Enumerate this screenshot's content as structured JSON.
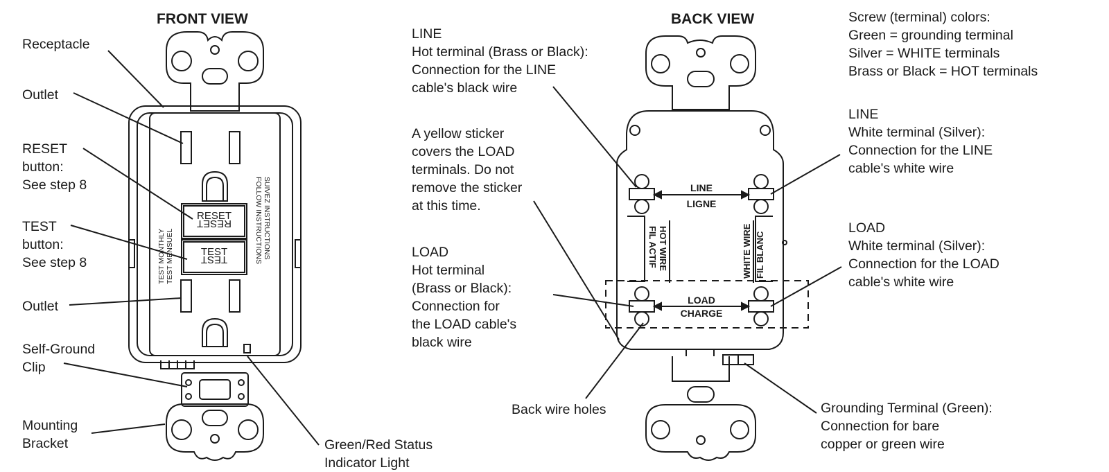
{
  "views": {
    "front_title": "FRONT VIEW",
    "back_title": "BACK VIEW"
  },
  "front": {
    "receptacle": "Receptacle",
    "outlet_top": "Outlet",
    "reset_label": [
      "RESET",
      "button:",
      "See step 8"
    ],
    "test_label": [
      "TEST",
      "button:",
      "See step 8"
    ],
    "outlet_bottom": "Outlet",
    "self_ground_clip": [
      "Self-Ground",
      "Clip"
    ],
    "mounting_bracket": [
      "Mounting",
      "Bracket"
    ],
    "status_light": [
      "Green/Red Status",
      "Indicator Light"
    ],
    "reset_button_text": "RESET",
    "test_button_text": "TEST",
    "side_left": [
      "TEST MONTHLY",
      "TEST MENSUEL"
    ],
    "side_right": [
      "FOLLOW INSTRUCTIONS",
      "SUIVEZ INSTRUCTIONS"
    ]
  },
  "back": {
    "line_hot": [
      "LINE",
      "Hot terminal (Brass or Black):",
      "Connection for the LINE",
      "cable's black wire"
    ],
    "sticker": [
      "A yellow sticker",
      "covers the LOAD",
      "terminals. Do not",
      "remove the sticker",
      "at this time."
    ],
    "load_hot": [
      "LOAD",
      "Hot terminal",
      "(Brass or Black):",
      "Connection for",
      "the LOAD cable's",
      "black wire"
    ],
    "back_wire_holes": "Back wire holes",
    "screw_colors": [
      "Screw (terminal) colors:",
      "Green = grounding terminal",
      "Silver = WHITE terminals",
      "Brass or Black = HOT terminals"
    ],
    "line_white": [
      "LINE",
      "White terminal (Silver):",
      "Connection for the LINE",
      "cable's white wire"
    ],
    "load_white": [
      "LOAD",
      "White terminal (Silver):",
      "Connection for the LOAD",
      "cable's white wire"
    ],
    "grounding": [
      "Grounding Terminal (Green):",
      "Connection for bare",
      "copper or green wire"
    ],
    "line_mark": [
      "LINE",
      "LIGNE"
    ],
    "load_mark": [
      "LOAD",
      "CHARGE"
    ],
    "hot_wire_mark": [
      "HOT WIRE",
      "FIL ACTIF"
    ],
    "white_wire_mark": [
      "WHITE WIRE",
      "FIL BLANC"
    ]
  },
  "colors": {
    "ink": "#1a1a1a",
    "background": "#ffffff"
  }
}
